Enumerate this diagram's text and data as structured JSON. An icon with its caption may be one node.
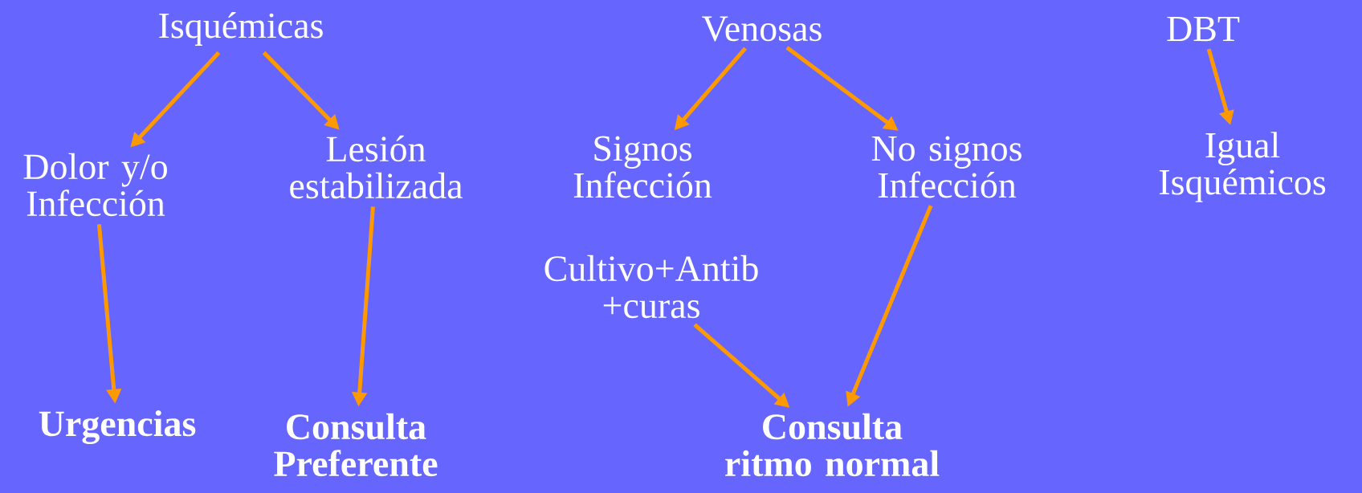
{
  "diagram": {
    "nodes": [
      {
        "text": [
          "Isquémicas"
        ]
      },
      {
        "text": [
          "Venosas"
        ]
      },
      {
        "text": [
          "DBT"
        ]
      },
      {
        "text": [
          "Dolor y/o Infección"
        ]
      },
      {
        "text": [
          "Lesión estabilizada"
        ]
      },
      {
        "text": [
          "Signos Infección"
        ]
      },
      {
        "text": [
          "No signos Infección"
        ]
      },
      {
        "text": [
          "Igual Isquémicos"
        ]
      },
      {
        "text": [
          "Cultivo+Antib +curas"
        ]
      },
      {
        "text": [
          "Urgencias"
        ]
      },
      {
        "text": [
          "Consulta Preferente"
        ]
      },
      {
        "text": [
          "Consulta ritmo normal"
        ]
      }
    ],
    "edges": [
      {
        "from": 0,
        "to": 3,
        "arrow": "to"
      },
      {
        "from": 0,
        "to": 4,
        "arrow": "to"
      },
      {
        "from": 1,
        "to": 5,
        "arrow": "to"
      },
      {
        "from": 1,
        "to": 6,
        "arrow": "to"
      },
      {
        "from": 2,
        "to": 7,
        "arrow": "to"
      },
      {
        "from": 3,
        "to": 9,
        "arrow": "to"
      },
      {
        "from": 4,
        "to": 10,
        "arrow": "to"
      },
      {
        "from": 8,
        "to": 11,
        "arrow": "to"
      },
      {
        "from": 6,
        "to": 11,
        "arrow": "to"
      }
    ]
  }
}
